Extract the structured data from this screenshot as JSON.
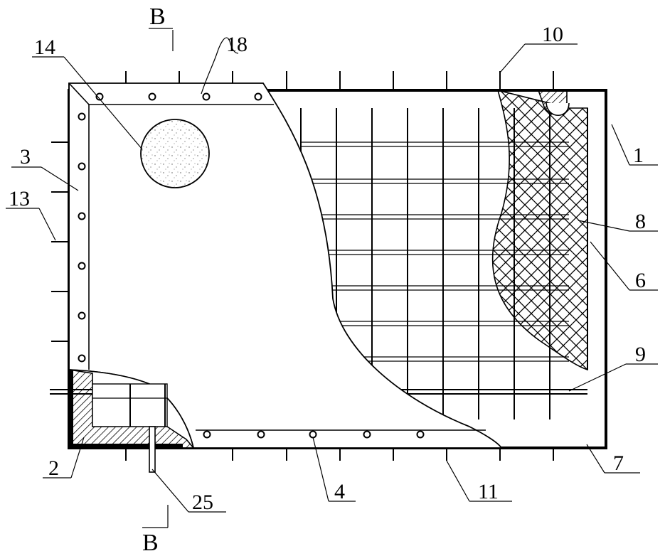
{
  "labels": {
    "l1": "1",
    "l2": "2",
    "l3": "3",
    "l4": "4",
    "l6": "6",
    "l7": "7",
    "l8": "8",
    "l9": "9",
    "l10": "10",
    "l11": "11",
    "l13": "13",
    "l14": "14",
    "l18": "18",
    "l25": "25"
  },
  "section": {
    "top": "B",
    "bottom": "B"
  }
}
